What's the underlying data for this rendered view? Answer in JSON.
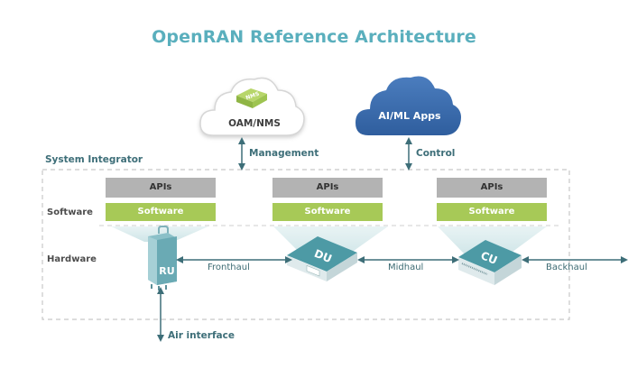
{
  "title": "OpenRAN Reference Architecture",
  "clouds": {
    "oam": {
      "label": "OAM/NMS",
      "badge": "NMS",
      "icon": "nms-server-icon"
    },
    "aiml": {
      "label": "AI/ML Apps"
    }
  },
  "connections": {
    "management": "Management",
    "control": "Control",
    "fronthaul": "Fronthaul",
    "midhaul": "Midhaul",
    "backhaul": "Backhaul",
    "air_interface": "Air interface"
  },
  "system_integrator": {
    "label": "System Integrator",
    "rows": {
      "software": "Software",
      "hardware": "Hardware"
    }
  },
  "stacks": [
    {
      "api": "APIs",
      "software": "Software",
      "device": "RU"
    },
    {
      "api": "APIs",
      "software": "Software",
      "device": "DU"
    },
    {
      "api": "APIs",
      "software": "Software",
      "device": "CU"
    }
  ],
  "colors": {
    "title": "#5aafbd",
    "api_box": "#b3b3b3",
    "software_box": "#a7c957",
    "device": "#4d9aa5",
    "arrow": "#3d6e78",
    "cloud_aiml": "#3f6fb0",
    "dashed_border": "#c8c8c8"
  }
}
